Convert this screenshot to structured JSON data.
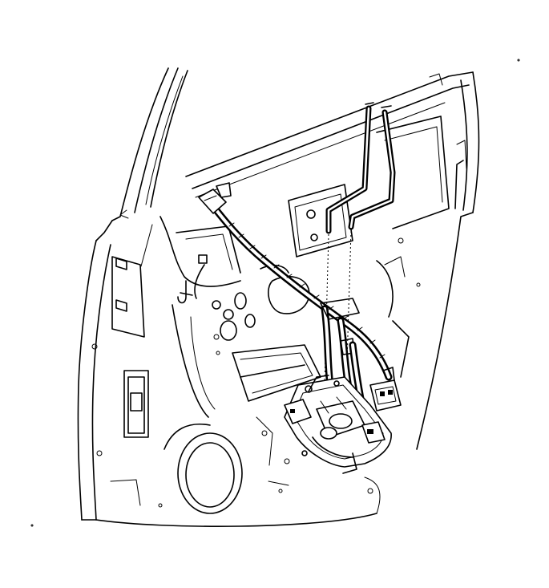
{
  "diagram": {
    "parts": [
      {
        "id": "door-inner-panel",
        "label": ""
      },
      {
        "id": "lock-actuator-assembly",
        "label": ""
      },
      {
        "id": "wiring-harness",
        "label": ""
      },
      {
        "id": "lock-rods",
        "label": ""
      },
      {
        "id": "harness-connector",
        "label": ""
      }
    ],
    "colors": {
      "line": "#000000",
      "background": "#ffffff"
    }
  }
}
